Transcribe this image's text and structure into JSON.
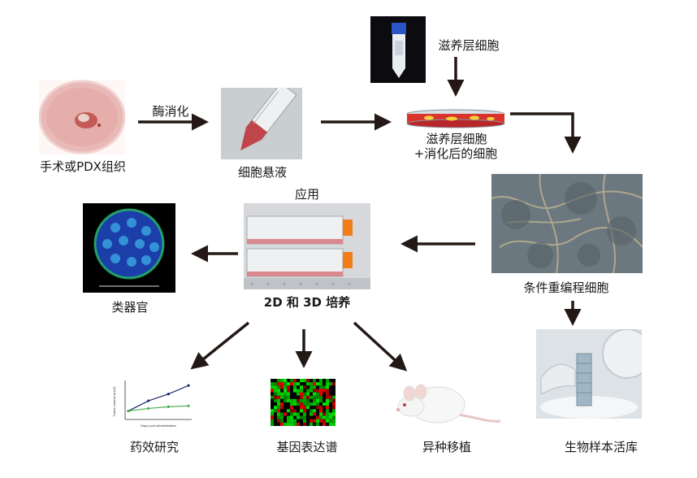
{
  "labels": {
    "surgery_pdx": "手术或PDX组织",
    "enzyme_digest": "酶消化",
    "cell_suspension": "细胞悬液",
    "feeder_cells_top": "滋养层细胞",
    "feeder_cells_mix_line1": "滋养层细胞",
    "feeder_cells_mix_line2": "+消化后的细胞",
    "reprogrammed_cells": "条件重编程细胞",
    "application": "应用",
    "culture_2d_3d": "2D 和 3D 培养",
    "organoid": "类器官",
    "drug_study": "药效研究",
    "gene_expression": "基因表达谱",
    "xenograft": "异种移植",
    "biobank": "生物样本活库"
  },
  "chart_data": {
    "type": "line",
    "xlabel": "Days post administration",
    "ylabel": "Tumor volume (mm³)",
    "x": [
      0,
      7,
      14,
      21
    ],
    "series": [
      {
        "values": [
          100,
          220,
          300,
          400
        ],
        "color": "#1f2a6b"
      },
      {
        "values": [
          100,
          130,
          150,
          160
        ],
        "color": "#4caf50"
      }
    ]
  },
  "colors": {
    "arrow": "#231815",
    "dish_pink": "#e8b9b6",
    "tissue": "#c25b56",
    "feeder_band": "#d9342b",
    "feeder_dots": "#f4d03f",
    "tube_cap": "#2b55c4",
    "flask_cap": "#f07d1a",
    "heatmap_green": "#1ec81e",
    "heatmap_red": "#c81e1e"
  }
}
